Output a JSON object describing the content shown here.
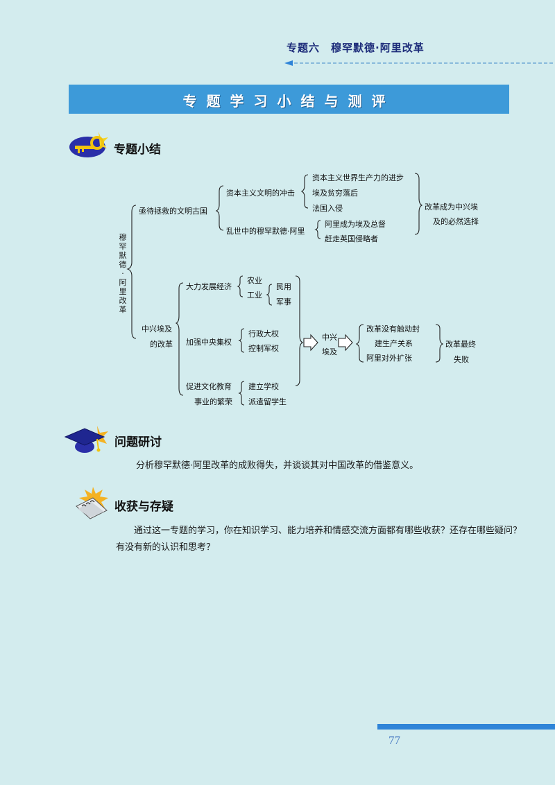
{
  "header": {
    "title": "专题六　穆罕默德·阿里改革"
  },
  "banner": {
    "title": "专题学习小结与测评"
  },
  "sections": {
    "summary": {
      "title": "专题小结",
      "icon": "key-icon"
    },
    "discussion": {
      "title": "问题研讨",
      "icon": "graduation-cap-icon",
      "text": "分析穆罕默德·阿里改革的成败得失，并谈谈其对中国改革的借鉴意义。"
    },
    "reflection": {
      "title": "收获与存疑",
      "icon": "notebook-icon",
      "text": "通过这一专题的学习，你在知识学习、能力培养和情感交流方面都有哪些收获？还存在哪些疑问？有没有新的认识和思考？"
    }
  },
  "diagram": {
    "root": "穆罕默德·阿里改革",
    "branch1": {
      "label": "亟待拯救的文明古国",
      "impact": {
        "label": "资本主义文明的冲击",
        "items": [
          "资本主义世界生产力的进步",
          "埃及贫穷落后",
          "法国入侵"
        ]
      },
      "turmoil": {
        "label": "乱世中的穆罕默德·阿里",
        "items": [
          "阿里成为埃及总督",
          "赶走英国侵略者"
        ]
      },
      "conclusion": [
        "改革成为中兴埃",
        "及的必然选择"
      ]
    },
    "branch2": {
      "label": [
        "中兴埃及",
        "的改革"
      ],
      "economy": {
        "label": "大力发展经济",
        "items": [
          "农业",
          "工业"
        ],
        "industry_items": [
          "民用",
          "军事"
        ]
      },
      "power": {
        "label": "加强中央集权",
        "items": [
          "行政大权",
          "控制军权"
        ]
      },
      "education": {
        "label": [
          "促进文化教育",
          "事业的繁荣"
        ],
        "items": [
          "建立学校",
          "派遣留学生"
        ]
      },
      "revival": [
        "中兴",
        "埃及"
      ],
      "limits": [
        "改革没有触动封",
        "建生产关系",
        "阿里对外扩张"
      ],
      "outcome": [
        "改革最终",
        "失败"
      ]
    }
  },
  "footer": {
    "page": "77"
  },
  "colors": {
    "background": "#d3ecee",
    "banner": "#3d9ad9",
    "footer_bar": "#2f84d8",
    "header_text": "#1d2c7a"
  }
}
